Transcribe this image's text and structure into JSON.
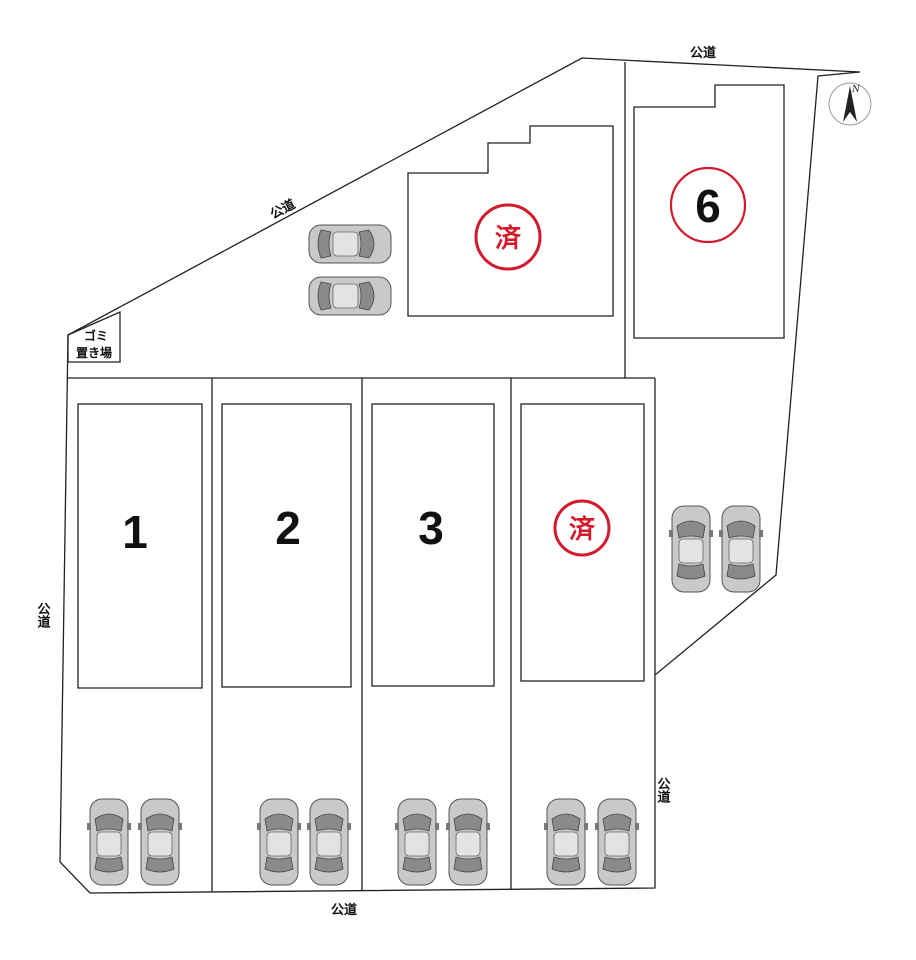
{
  "roads": {
    "top": "公道",
    "diagonal": "公道",
    "left": "公道",
    "right": "公道",
    "bottom": "公道"
  },
  "lots": [
    {
      "id": "1",
      "label": "1",
      "status": "available"
    },
    {
      "id": "2",
      "label": "2",
      "status": "available"
    },
    {
      "id": "3",
      "label": "3",
      "status": "available"
    },
    {
      "id": "4",
      "label": "済",
      "status": "sold"
    },
    {
      "id": "5",
      "label": "済",
      "status": "sold"
    },
    {
      "id": "6",
      "label": "6",
      "status": "available"
    }
  ],
  "garbage_area": {
    "line1": "ゴミ",
    "line2": "置き場"
  },
  "compass": {
    "label": "N"
  },
  "colors": {
    "sold": "#d31a2a",
    "line": "#222222",
    "car": "#c9c9c9"
  },
  "icons": {
    "car": "car-icon",
    "compass": "north-arrow-icon"
  }
}
